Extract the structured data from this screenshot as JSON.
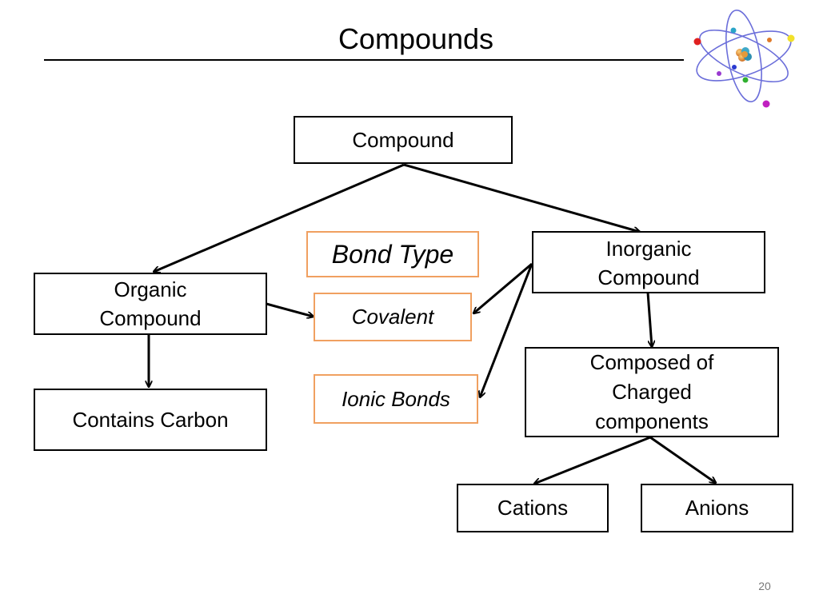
{
  "slide": {
    "title": "Compounds",
    "page_number": "20"
  },
  "logo": {
    "icon": "atom-icon"
  },
  "diagram": {
    "nodes": {
      "compound": "Compound",
      "organic": "Organic Compound",
      "inorganic": "Inorganic Compound",
      "contains_carbon": "Contains Carbon",
      "bond_type": "Bond Type",
      "covalent": "Covalent",
      "ionic": "Ionic Bonds",
      "charged": "Composed of Charged components",
      "cations": "Cations",
      "anions": "Anions"
    },
    "colors": {
      "box_border": "#000000",
      "bond_border": "#f0a060"
    }
  }
}
